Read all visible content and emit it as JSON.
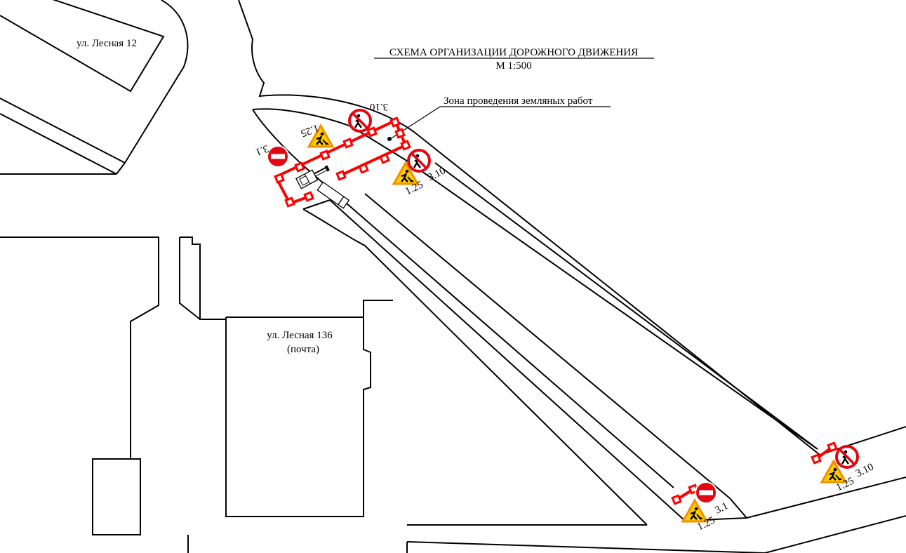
{
  "title": {
    "main": "СХЕМА ОРГАНИЗАЦИИ ДОРОЖНОГО ДВИЖЕНИЯ",
    "scale": "М 1:500"
  },
  "labels": {
    "work_zone": "Зона проведения земляных работ",
    "building_12": "ул. Лесная 12",
    "building_136_line1": "ул. Лесная 136",
    "building_136_line2": "(почта)"
  },
  "signs": {
    "top_310": "3.10",
    "top_125": "1.25",
    "top_31": "3.1",
    "mid_125": "1.25",
    "mid_310": "3.10",
    "bl_125": "1.25",
    "bl_31": "3.1",
    "br_125": "1.25",
    "br_310": "3.10"
  },
  "colors": {
    "fence": "#ff0000",
    "prohibit_red": "#e30613",
    "warning_yellow": "#ffcc00",
    "warning_orange": "#f29100",
    "line": "#000000"
  },
  "icons": {
    "no_entry": "no-entry-sign-icon",
    "no_pedestrians": "no-pedestrians-sign-icon",
    "road_works": "road-works-sign-icon",
    "excavator": "excavator-icon",
    "truck": "truck-icon"
  }
}
